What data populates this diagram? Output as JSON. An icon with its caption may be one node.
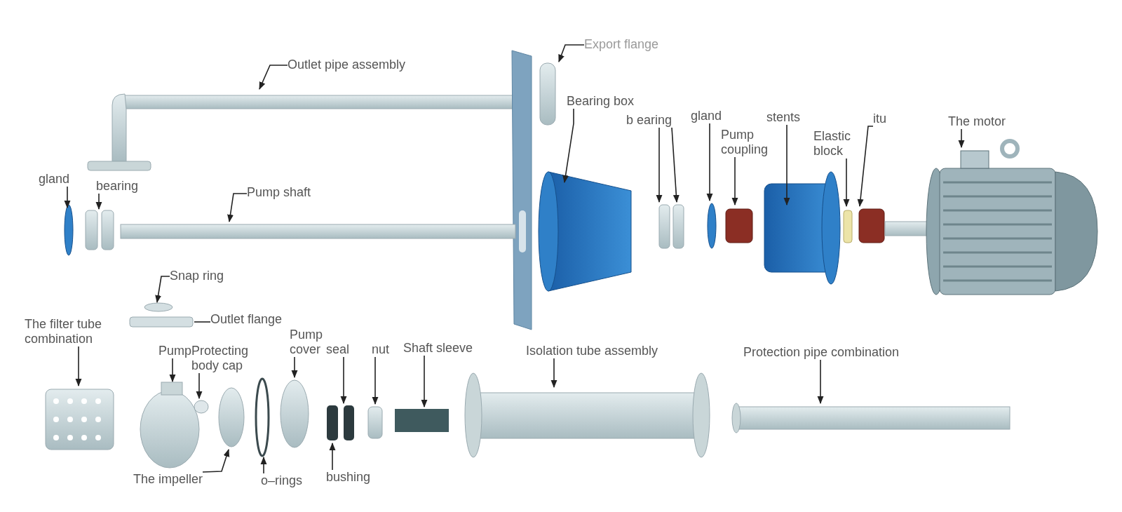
{
  "diagram": {
    "nodes": [
      {
        "text": [
          "Export flange"
        ]
      },
      {
        "text": [
          "Outlet pipe assembly"
        ]
      },
      {
        "text": [
          "Bearing box"
        ]
      },
      {
        "text": [
          "b earing"
        ]
      },
      {
        "text": [
          "gland"
        ]
      },
      {
        "text": [
          "Pump coupling"
        ]
      },
      {
        "text": [
          "stents"
        ]
      },
      {
        "text": [
          "Elastic block"
        ]
      },
      {
        "text": [
          "itu"
        ]
      },
      {
        "text": [
          "The motor"
        ]
      },
      {
        "text": [
          "gland"
        ]
      },
      {
        "text": [
          "bearing"
        ]
      },
      {
        "text": [
          "Pump shaft"
        ]
      },
      {
        "text": [
          "Snap ring"
        ]
      },
      {
        "text": [
          "The filter tube combination"
        ]
      },
      {
        "text": [
          "Outlet flange"
        ]
      },
      {
        "text": [
          "Pump"
        ]
      },
      {
        "text": [
          "Protecting body cap"
        ]
      },
      {
        "text": [
          "Pump cover"
        ]
      },
      {
        "text": [
          "seal"
        ]
      },
      {
        "text": [
          "nut"
        ]
      },
      {
        "text": [
          "Shaft sleeve"
        ]
      },
      {
        "text": [
          "Isolation tube assembly"
        ]
      },
      {
        "text": [
          "Protection pipe combination"
        ]
      },
      {
        "text": [
          "The impeller"
        ]
      },
      {
        "text": [
          "o–rings"
        ]
      },
      {
        "text": [
          "bushing"
        ]
      }
    ],
    "edges": [
      {
        "from": 0,
        "to": null,
        "arrow": "to"
      },
      {
        "from": 1,
        "to": null,
        "arrow": "to"
      },
      {
        "from": 2,
        "to": null,
        "arrow": "to"
      },
      {
        "from": 3,
        "to": null,
        "arrow": "to"
      },
      {
        "from": 3,
        "to": null,
        "arrow": "to"
      },
      {
        "from": 4,
        "to": null,
        "arrow": "to"
      },
      {
        "from": 5,
        "to": null,
        "arrow": "to"
      },
      {
        "from": 6,
        "to": null,
        "arrow": "to"
      },
      {
        "from": 7,
        "to": null,
        "arrow": "to"
      },
      {
        "from": 8,
        "to": null,
        "arrow": "to"
      },
      {
        "from": 9,
        "to": null,
        "arrow": "to"
      },
      {
        "from": 10,
        "to": null,
        "arrow": "to"
      },
      {
        "from": 11,
        "to": null,
        "arrow": "to"
      },
      {
        "from": 12,
        "to": null,
        "arrow": "to"
      },
      {
        "from": 13,
        "to": null,
        "arrow": "to"
      },
      {
        "from": 14,
        "to": null,
        "arrow": "to"
      },
      {
        "from": 15,
        "to": null,
        "arrow": "none"
      },
      {
        "from": 16,
        "to": null,
        "arrow": "to"
      },
      {
        "from": 17,
        "to": null,
        "arrow": "to"
      },
      {
        "from": 18,
        "to": null,
        "arrow": "to"
      },
      {
        "from": 19,
        "to": null,
        "arrow": "to"
      },
      {
        "from": 20,
        "to": null,
        "arrow": "to"
      },
      {
        "from": 21,
        "to": null,
        "arrow": "to"
      },
      {
        "from": 22,
        "to": null,
        "arrow": "to"
      },
      {
        "from": 23,
        "to": null,
        "arrow": "to"
      },
      {
        "from": 24,
        "to": null,
        "arrow": "to"
      },
      {
        "from": 25,
        "to": null,
        "arrow": "to"
      },
      {
        "from": 26,
        "to": null,
        "arrow": "to"
      }
    ]
  }
}
